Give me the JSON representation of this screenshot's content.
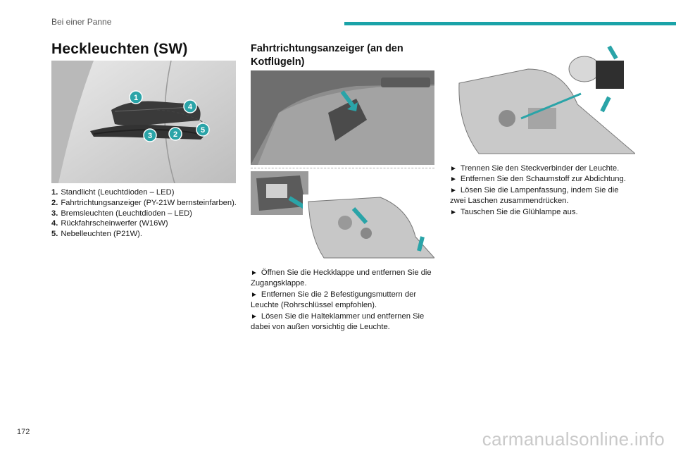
{
  "header": {
    "section_title": "Bei einer Panne"
  },
  "accent_color": "#1aa3a8",
  "left": {
    "title": "Heckleuchten (SW)",
    "callouts": [
      "1",
      "2",
      "3",
      "4",
      "5"
    ],
    "items": [
      {
        "num": "1.",
        "text": "Standlicht (Leuchtdioden – LED)"
      },
      {
        "num": "2.",
        "text": "Fahrtrichtungsanzeiger (PY-21W bernsteinfarben)."
      },
      {
        "num": "3.",
        "text": "Bremsleuchten (Leuchtdioden – LED)"
      },
      {
        "num": "4.",
        "text": "Rückfahrscheinwerfer (W16W)"
      },
      {
        "num": "5.",
        "text": "Nebelleuchten (P21W)."
      }
    ]
  },
  "middle": {
    "title": "Fahrtrichtungsanzeiger (an den Kotflügeln)",
    "steps": [
      "Öffnen Sie die Heckklappe und entfernen Sie die Zugangsklappe.",
      "Entfernen Sie die 2 Befestigungsmuttern der Leuchte (Rohrschlüssel empfohlen).",
      "Lösen Sie die Halteklammer und entfernen Sie dabei von außen vorsichtig die Leuchte."
    ]
  },
  "right": {
    "steps": [
      "Trennen Sie den Steckverbinder der Leuchte.",
      "Entfernen Sie den Schaumstoff zur Abdichtung.",
      "Lösen Sie die Lampenfassung, indem Sie die zwei Laschen zusammendrücken.",
      "Tauschen Sie die Glühlampe aus."
    ]
  },
  "bullet_glyph": "►",
  "footer": {
    "page_number": "172",
    "watermark": "carmanualsonline.info"
  }
}
